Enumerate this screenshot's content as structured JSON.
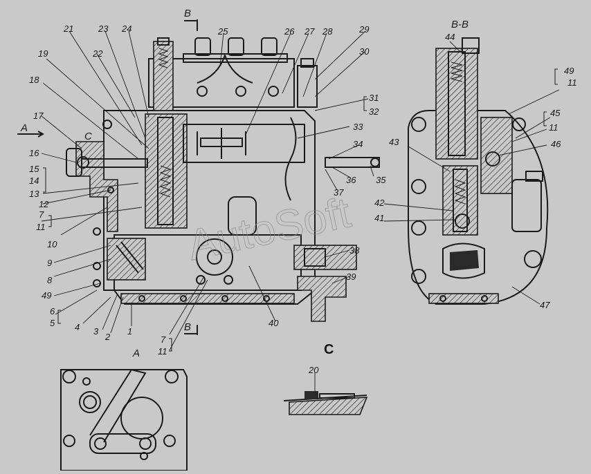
{
  "labels": {
    "main_left": [
      "1",
      "2",
      "3",
      "4",
      "5",
      "6",
      "49",
      "8",
      "9",
      "11",
      "10",
      "7",
      "12",
      "13",
      "14",
      "15",
      "16",
      "17",
      "18",
      "19",
      "21",
      "22",
      "23",
      "24",
      "25",
      "26",
      "27",
      "28",
      "29",
      "30",
      "31",
      "32",
      "33",
      "34",
      "35",
      "36",
      "37",
      "38",
      "39",
      "40"
    ],
    "bottom_section": [
      "7",
      "11"
    ],
    "section_bb": [
      "44",
      "49",
      "11",
      "45",
      "11",
      "46",
      "43",
      "42",
      "41",
      "47"
    ],
    "detail_c": [
      "20"
    ]
  },
  "section_markers": {
    "b_top": "B",
    "b_bottom": "B",
    "bb_title": "B-B",
    "view_a_arrow": "A",
    "view_a_title": "A",
    "view_c_marker": "C",
    "detail_c_title": "C"
  },
  "watermark": "AutoSoft",
  "colors": {
    "background": "#c9c9c9",
    "ink": "#1a1a1a"
  }
}
